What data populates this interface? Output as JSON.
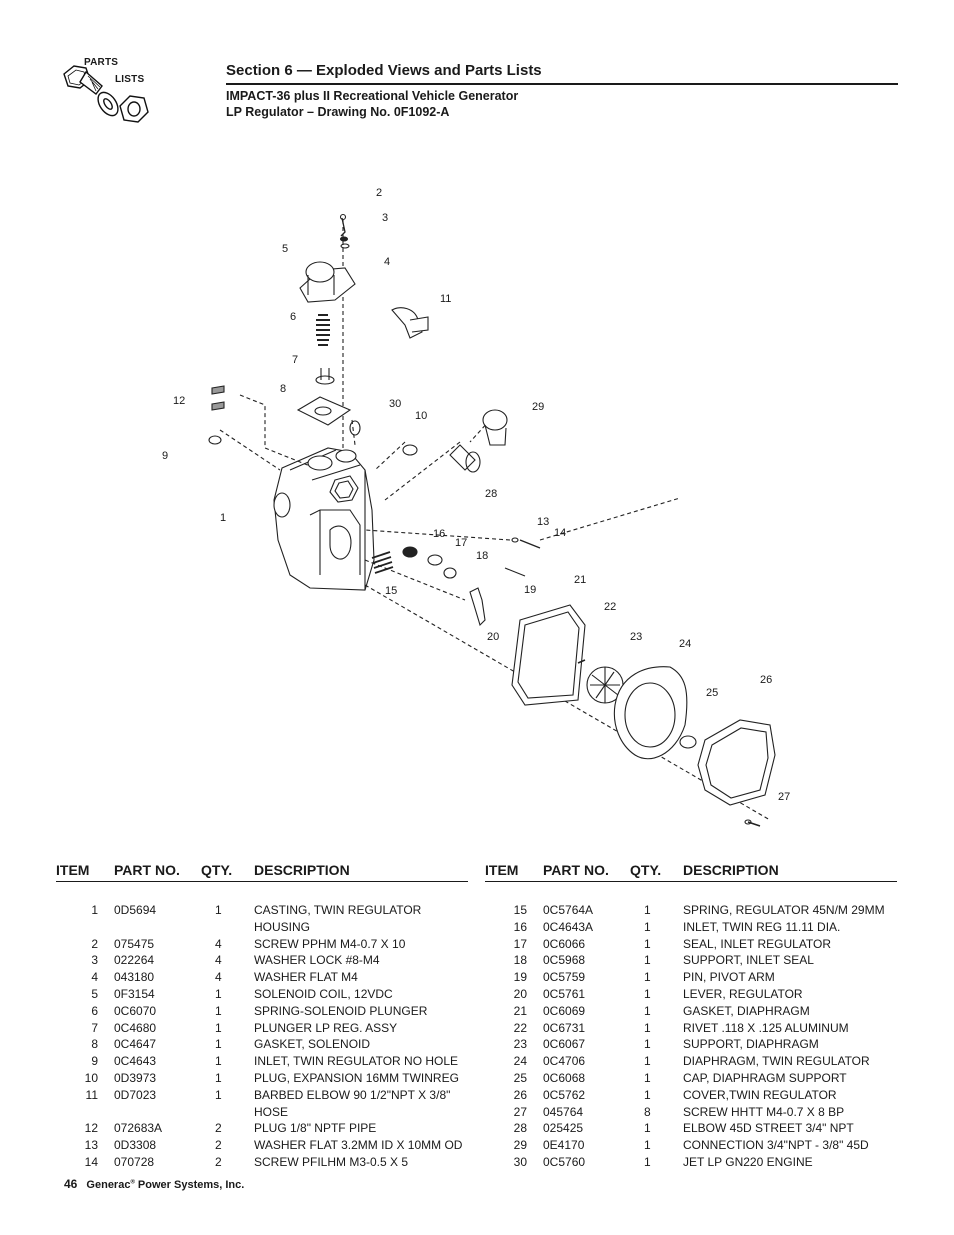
{
  "logo": {
    "line1": "PARTS",
    "line2": "LISTS",
    "icon": "bolt-washer-nut-icon"
  },
  "header": {
    "section_title": "Section 6 — Exploded Views and Parts Lists",
    "subtitle_line1": "IMPACT-36 plus II Recreational Vehicle Generator",
    "subtitle_line2": "LP Regulator – Drawing No. 0F1092-A"
  },
  "diagram": {
    "callouts": [
      "1",
      "2",
      "3",
      "4",
      "5",
      "6",
      "7",
      "8",
      "9",
      "10",
      "11",
      "12",
      "13",
      "14",
      "15",
      "16",
      "17",
      "18",
      "19",
      "20",
      "21",
      "22",
      "23",
      "24",
      "25",
      "26",
      "27",
      "28",
      "29",
      "30"
    ]
  },
  "table": {
    "headers": {
      "item": "ITEM",
      "part": "PART NO.",
      "qty": "QTY.",
      "desc": "DESCRIPTION"
    },
    "left": [
      {
        "item": "1",
        "part": "0D5694",
        "qty": "1",
        "desc": "CASTING, TWIN REGULATOR",
        "desc2": "HOUSING"
      },
      {
        "item": "2",
        "part": "075475",
        "qty": "4",
        "desc": "SCREW PPHM M4-0.7 X 10"
      },
      {
        "item": "3",
        "part": "022264",
        "qty": "4",
        "desc": "WASHER LOCK #8-M4"
      },
      {
        "item": "4",
        "part": "043180",
        "qty": "4",
        "desc": "WASHER FLAT M4"
      },
      {
        "item": "5",
        "part": "0F3154",
        "qty": "1",
        "desc": "SOLENOID COIL, 12VDC"
      },
      {
        "item": "6",
        "part": "0C6070",
        "qty": "1",
        "desc": "SPRING-SOLENOID PLUNGER"
      },
      {
        "item": "7",
        "part": "0C4680",
        "qty": "1",
        "desc": "PLUNGER LP REG. ASSY"
      },
      {
        "item": "8",
        "part": "0C4647",
        "qty": "1",
        "desc": "GASKET, SOLENOID"
      },
      {
        "item": "9",
        "part": "0C4643",
        "qty": "1",
        "desc": "INLET, TWIN REGULATOR NO HOLE"
      },
      {
        "item": "10",
        "part": "0D3973",
        "qty": "1",
        "desc": "PLUG, EXPANSION 16MM TWINREG"
      },
      {
        "item": "11",
        "part": "0D7023",
        "qty": "1",
        "desc": "BARBED ELBOW 90 1/2\"NPT X 3/8\"",
        "desc2": "HOSE"
      },
      {
        "item": "12",
        "part": "072683A",
        "qty": "2",
        "desc": "PLUG 1/8\" NPTF PIPE"
      },
      {
        "item": "13",
        "part": "0D3308",
        "qty": "2",
        "desc": "WASHER FLAT 3.2MM ID X 10MM OD"
      },
      {
        "item": "14",
        "part": "070728",
        "qty": "2",
        "desc": "SCREW PFILHM M3-0.5 X 5"
      }
    ],
    "right": [
      {
        "item": "15",
        "part": "0C5764A",
        "qty": "1",
        "desc": "SPRING, REGULATOR 45N/M 29MM"
      },
      {
        "item": "16",
        "part": "0C4643A",
        "qty": "1",
        "desc": "INLET, TWIN REG 11.11 DIA."
      },
      {
        "item": "17",
        "part": "0C6066",
        "qty": "1",
        "desc": "SEAL, INLET REGULATOR"
      },
      {
        "item": "18",
        "part": "0C5968",
        "qty": "1",
        "desc": "SUPPORT, INLET SEAL"
      },
      {
        "item": "19",
        "part": "0C5759",
        "qty": "1",
        "desc": "PIN, PIVOT ARM"
      },
      {
        "item": "20",
        "part": "0C5761",
        "qty": "1",
        "desc": "LEVER, REGULATOR"
      },
      {
        "item": "21",
        "part": "0C6069",
        "qty": "1",
        "desc": "GASKET, DIAPHRAGM"
      },
      {
        "item": "22",
        "part": "0C6731",
        "qty": "1",
        "desc": "RIVET .118 X .125 ALUMINUM"
      },
      {
        "item": "23",
        "part": "0C6067",
        "qty": "1",
        "desc": "SUPPORT, DIAPHRAGM"
      },
      {
        "item": "24",
        "part": "0C4706",
        "qty": "1",
        "desc": "DIAPHRAGM, TWIN REGULATOR"
      },
      {
        "item": "25",
        "part": "0C6068",
        "qty": "1",
        "desc": "CAP, DIAPHRAGM SUPPORT"
      },
      {
        "item": "26",
        "part": "0C5762",
        "qty": "1",
        "desc": "COVER,TWIN REGULATOR"
      },
      {
        "item": "27",
        "part": "045764",
        "qty": "8",
        "desc": "SCREW HHTT M4-0.7 X 8 BP"
      },
      {
        "item": "28",
        "part": "025425",
        "qty": "1",
        "desc": "ELBOW 45D STREET 3/4\" NPT"
      },
      {
        "item": "29",
        "part": "0E4170",
        "qty": "1",
        "desc": "CONNECTION 3/4\"NPT - 3/8\" 45D"
      },
      {
        "item": "30",
        "part": "0C5760",
        "qty": "1",
        "desc": "JET LP GN220 ENGINE"
      }
    ]
  },
  "footer": {
    "page_number": "46",
    "company": "Generac",
    "reg_mark": "®",
    "company_suffix": " Power Systems, Inc."
  }
}
